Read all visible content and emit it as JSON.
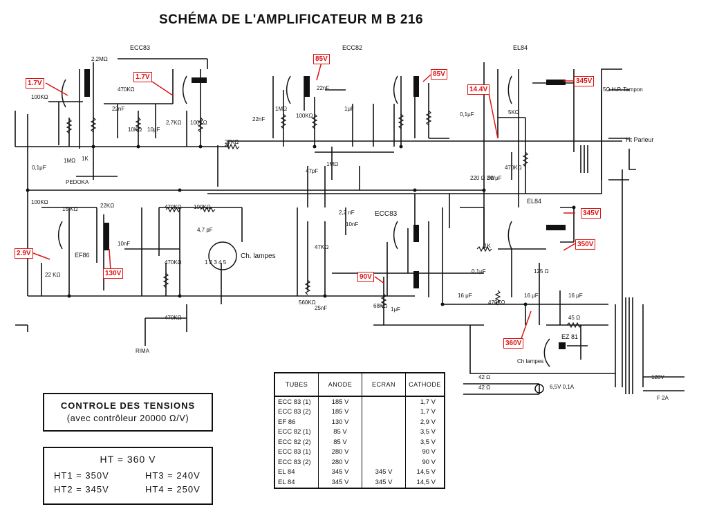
{
  "title": "SCHÉMA DE L'AMPLIFICATEUR M B 216",
  "tube_labels": {
    "ecc83_top": "ECC83",
    "ecc82_top": "ECC82",
    "el84_top": "EL84",
    "ef86": "EF86",
    "ecc83_mid": "ECC83",
    "el84_mid": "EL84",
    "ez81": "EZ 81"
  },
  "component_labels": {
    "r100k_in": "100KΩ",
    "r2_2m": "2,2MΩ",
    "r470k_a": "470KΩ",
    "c22nf_a": "22nF",
    "c22nf_b": "22nF",
    "r10k_a": "10KΩ",
    "c10uf": "10μF",
    "r2_7k": "2,7KΩ",
    "r100k_b": "100KΩ",
    "r27k": "27KΩ",
    "c0_1uf_a": "0,1μF",
    "r1m": "1MΩ",
    "pedoka": "PEDOKA",
    "r1k": "1K",
    "r100k_c": "100KΩ",
    "r15k": "15 KΩ",
    "r22k": "22 KΩ",
    "r22k_b": "22KΩ",
    "c10nf": "10nF",
    "r470k_pot": "470KΩ",
    "r100k_pot": "100KΩ",
    "c47pf": "4,7 pF",
    "r470k_b": "470KΩ",
    "r470k_c": "470KΩ",
    "ch_lampes": "Ch. lampes",
    "c22nf_c": "22nF",
    "r1m_b": "1MΩ",
    "r100k_d": "100KΩ",
    "c47pf_b": "47pF",
    "c1uf": "1μF",
    "r1m_c": "1MΩ",
    "c2_2nf": "2,2 nF",
    "c10nf_b": "10nF",
    "r47k": "47KΩ",
    "r560k": "560KΩ",
    "c25nf": "25nF",
    "r68k": "68KΩ",
    "c1uf_b": "1μF",
    "c0_1uf_b": "0,1μF",
    "r1k_b": "1K",
    "r470k_d": "470KΩ",
    "r5k": "5KΩ",
    "r220": "220 Ω 2W",
    "c50uf": "50 μF",
    "r470k_e": "470KΩ",
    "c0_1uf_c": "0,1μF",
    "c16uf_a": "16 μF",
    "c16uf_b": "16 μF",
    "c16uf_c": "16 μF",
    "r125": "125 Ω",
    "r45": "45 Ω",
    "r42a": "42 Ω",
    "r42b": "42 Ω",
    "hp_tampon": "5Ω H.P. Tampon",
    "hp_parleur": "Ht Parleur",
    "ch_lampes_b": "Ch lampes",
    "lamp": "6,5V 0,1A",
    "mains": "120V",
    "fuse": "F 2A",
    "rima": "RIMA",
    "pin_nums": "1 2 3 4 5"
  },
  "voltage_tags": [
    "1.7V",
    "1.7V",
    "85V",
    "85V",
    "14.4V",
    "345V",
    "2.9V",
    "130V",
    "345V",
    "350V",
    "90V",
    "360V"
  ],
  "control_box": {
    "line1": "CONTROLE DES TENSIONS",
    "line2": "(avec contrôleur 20000 Ω/V)"
  },
  "ht_box": {
    "main": "HT = 360 V",
    "ht1": "HT1 = 350V",
    "ht2": "HT2 = 345V",
    "ht3": "HT3 = 240V",
    "ht4": "HT4 = 250V"
  },
  "tube_table": {
    "headers": [
      "TUBES",
      "ANODE",
      "ECRAN",
      "CATHODE"
    ],
    "rows": [
      [
        "ECC 83 (1)",
        "185 V",
        "",
        "1,7 V"
      ],
      [
        "ECC 83 (2)",
        "185 V",
        "",
        "1,7 V"
      ],
      [
        "EF 86",
        "130 V",
        "",
        "2,9 V"
      ],
      [
        "ECC 82 (1)",
        "85 V",
        "",
        "3,5 V"
      ],
      [
        "ECC 82 (2)",
        "85 V",
        "",
        "3,5 V"
      ],
      [
        "ECC 83 (1)",
        "280 V",
        "",
        "90 V"
      ],
      [
        "ECC 83 (2)",
        "280 V",
        "",
        "90 V"
      ],
      [
        "EL 84",
        "345 V",
        "345 V",
        "14,5 V"
      ],
      [
        "EL 84",
        "345 V",
        "345 V",
        "14,5 V"
      ]
    ]
  }
}
